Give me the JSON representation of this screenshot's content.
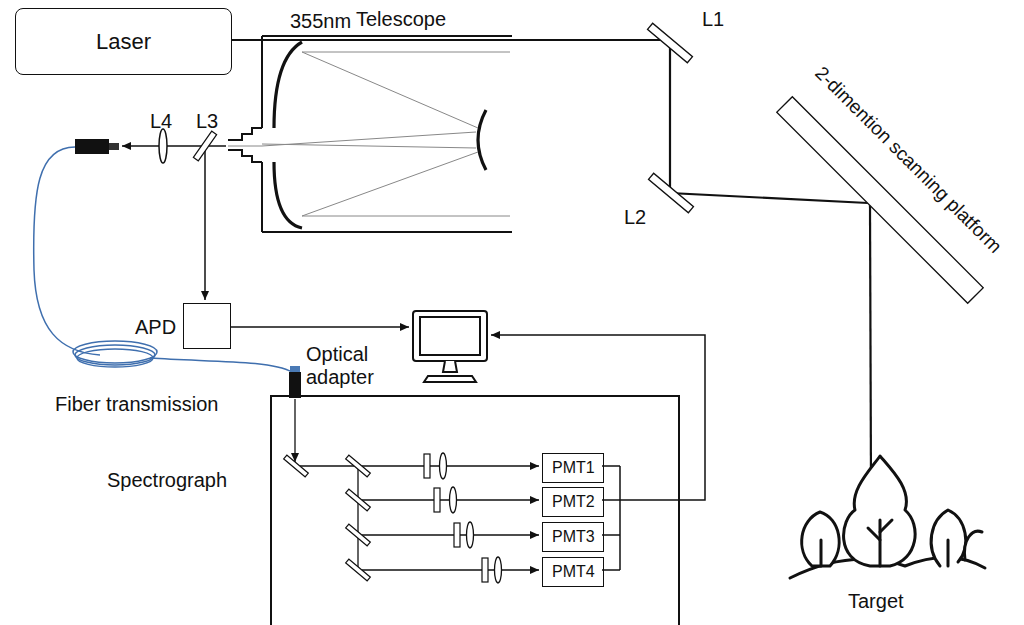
{
  "diagram": {
    "nodes": [
      {
        "text": [
          "Laser"
        ]
      },
      {
        "text": [
          "APD"
        ]
      },
      {
        "text": [
          "Spectrograph"
        ]
      },
      {
        "text": [
          "PMT1"
        ],
        "in": 2
      },
      {
        "text": [
          "PMT2"
        ],
        "in": 2
      },
      {
        "text": [
          "PMT3"
        ],
        "in": 2
      },
      {
        "text": [
          "PMT4"
        ],
        "in": 2
      }
    ],
    "labels": [
      "355nm",
      "L1",
      "Telescope",
      "L4",
      "L3",
      "L2",
      "2-dimention scanning platform",
      "Fiber transmission",
      "Optical adapter",
      "Target"
    ]
  }
}
